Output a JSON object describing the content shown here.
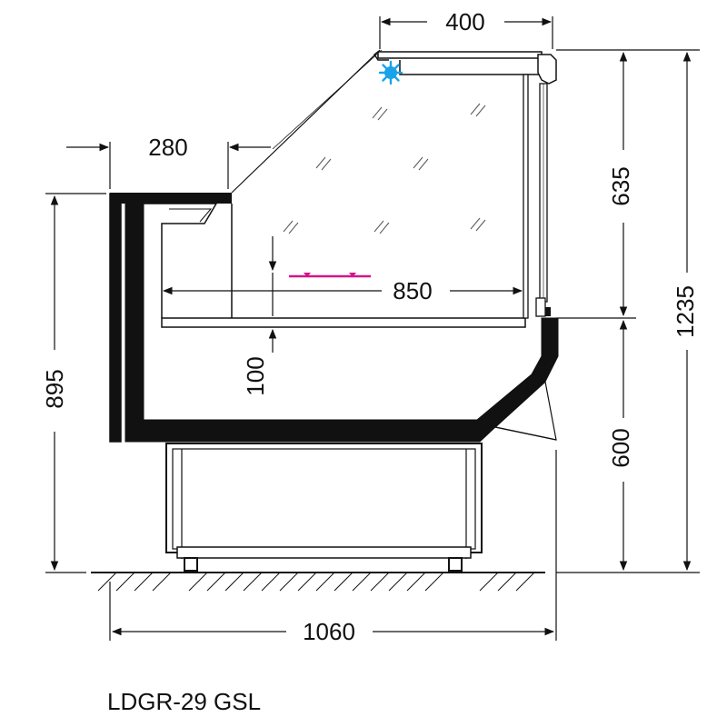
{
  "dimensions": {
    "top_width": "400",
    "rear_top": "280",
    "total_height": "1235",
    "upper_height": "635",
    "lower_height": "600",
    "body_height": "895",
    "shelf_depth": "850",
    "shelf_height": "100",
    "total_depth": "1060"
  },
  "model": "LDGR-29 GSL",
  "colors": {
    "line": "#111111",
    "body_fill": "#111111",
    "cold_icon": "#1aa3e8",
    "marker": "#d4148c"
  },
  "icons": {
    "cold": "snowflake-icon"
  }
}
